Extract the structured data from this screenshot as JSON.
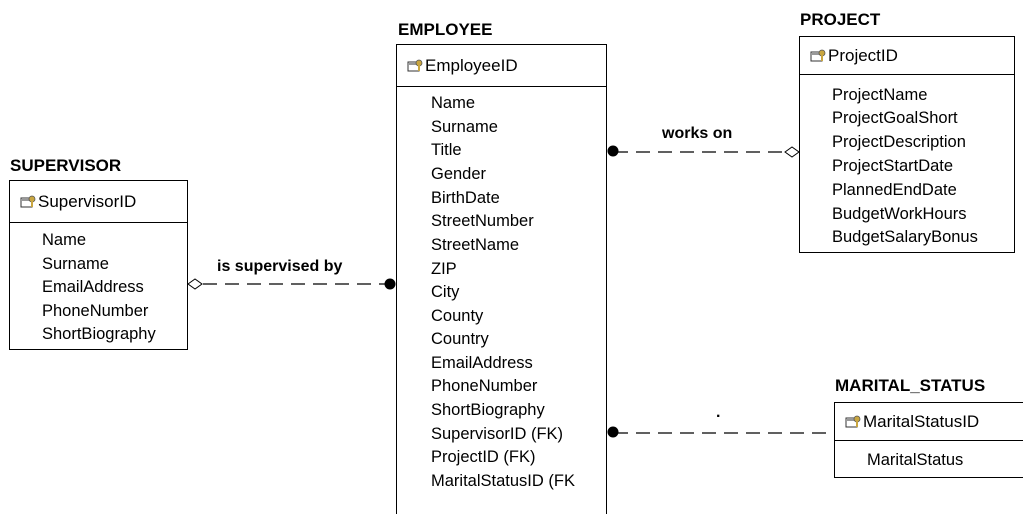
{
  "entities": {
    "supervisor": {
      "title": "SUPERVISOR",
      "pk": "SupervisorID",
      "attributes": [
        "Name",
        "Surname",
        "EmailAddress",
        "PhoneNumber",
        "ShortBiography"
      ]
    },
    "employee": {
      "title": "EMPLOYEE",
      "pk": "EmployeeID",
      "attributes": [
        "Name",
        "Surname",
        "Title",
        "Gender",
        "BirthDate",
        "StreetNumber",
        "StreetName",
        "ZIP",
        "City",
        "County",
        "Country",
        "EmailAddress",
        "PhoneNumber",
        "ShortBiography",
        "SupervisorID (FK)",
        "ProjectID (FK)",
        "MaritalStatusID (FK"
      ]
    },
    "project": {
      "title": "PROJECT",
      "pk": "ProjectID",
      "attributes": [
        "ProjectName",
        "ProjectGoalShort",
        "ProjectDescription",
        "ProjectStartDate",
        "PlannedEndDate",
        "BudgetWorkHours",
        "BudgetSalaryBonus"
      ]
    },
    "marital_status": {
      "title": "MARITAL_STATUS",
      "pk": "MaritalStatusID",
      "attributes": [
        "MaritalStatus"
      ]
    }
  },
  "relationships": {
    "supervises": {
      "label": "is supervised by"
    },
    "works_on": {
      "label": "works on"
    },
    "marital": {
      "label": "."
    }
  },
  "icons": {
    "primary_key": "key-icon"
  }
}
